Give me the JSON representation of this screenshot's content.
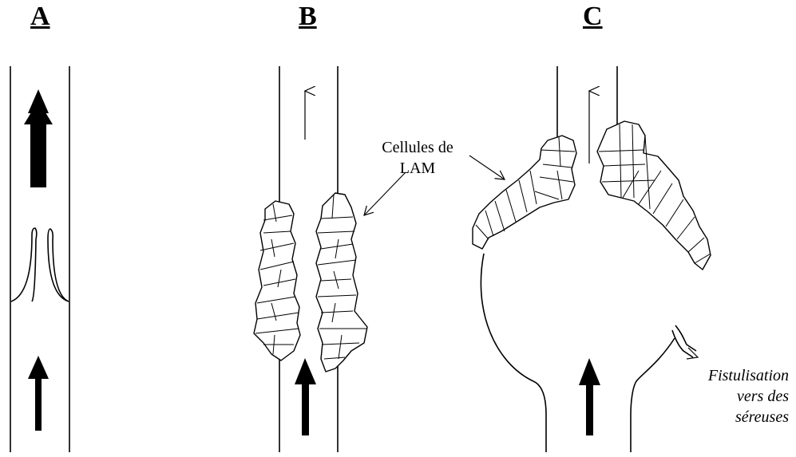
{
  "panels": {
    "a": {
      "label": "A"
    },
    "b": {
      "label": "B"
    },
    "c": {
      "label": "C"
    }
  },
  "annotations": {
    "cells_line1": "Cellules de",
    "cells_line2": "LAM",
    "fistula_line1": "Fistulisation",
    "fistula_line2": "vers des",
    "fistula_line3": "séreuses"
  }
}
